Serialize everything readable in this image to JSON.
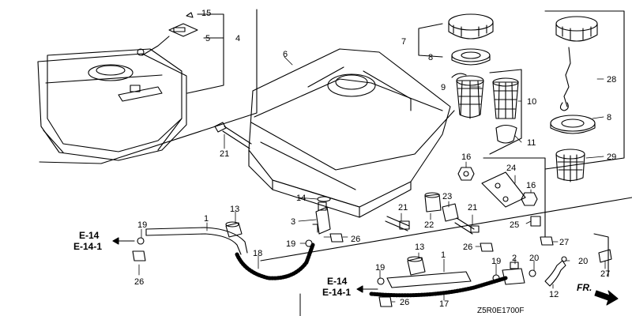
{
  "diagram": {
    "callouts": {
      "c1a": "1",
      "c1b": "1",
      "c2": "2",
      "c3": "3",
      "c4": "4",
      "c5": "5",
      "c6": "6",
      "c7": "7",
      "c8a": "8",
      "c8b": "8",
      "c9": "9",
      "c10": "10",
      "c11": "11",
      "c12": "12",
      "c13a": "13",
      "c13b": "13",
      "c14": "14",
      "c15": "15",
      "c16a": "16",
      "c16b": "16",
      "c17": "17",
      "c18": "18",
      "c19a": "19",
      "c19b": "19",
      "c19c": "19",
      "c19d": "19",
      "c20a": "20",
      "c20b": "20",
      "c21a": "21",
      "c21b": "21",
      "c21c": "21",
      "c22": "22",
      "c23": "23",
      "c24": "24",
      "c25": "25",
      "c26a": "26",
      "c26b": "26",
      "c26c": "26",
      "c26d": "26",
      "c27a": "27",
      "c27b": "27",
      "c28": "28",
      "c29": "29"
    },
    "refs": {
      "left_e14": "E-14",
      "left_e141": "E-14-1",
      "bottom_e14": "E-14",
      "bottom_e141": "E-14-1"
    },
    "front_marker": "FR.",
    "drawing_code": "Z5R0E1700F"
  }
}
